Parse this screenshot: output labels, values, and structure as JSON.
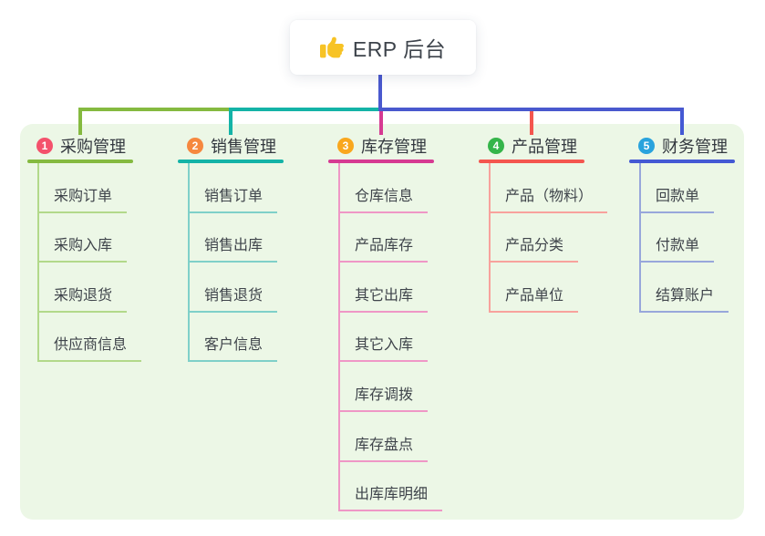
{
  "root": {
    "title": "ERP 后台",
    "icon": "thumbs-up-icon"
  },
  "colors": {
    "canvas_bg": "#ffffff",
    "panel_bg": "#ecf7e6",
    "trunk": "#4a59ce",
    "root_text": "#3d434b",
    "header_text": "#33383f",
    "item_text": "#3f444b",
    "thumb_yellow": "#f7c325"
  },
  "columns": [
    {
      "num": "1",
      "label": "采购管理",
      "badge_color": "#f4516c",
      "line_color": "#85ba40",
      "light_color": "#b2d98a",
      "items": [
        "采购订单",
        "采购入库",
        "采购退货",
        "供应商信息"
      ]
    },
    {
      "num": "2",
      "label": "销售管理",
      "badge_color": "#f6883f",
      "line_color": "#14b3a7",
      "light_color": "#7fd0c9",
      "items": [
        "销售订单",
        "销售出库",
        "销售退货",
        "客户信息"
      ]
    },
    {
      "num": "3",
      "label": "库存管理",
      "badge_color": "#f9a71d",
      "line_color": "#d63a92",
      "light_color": "#ef97c6",
      "items": [
        "仓库信息",
        "产品库存",
        "其它出库",
        "其它入库",
        "库存调拨",
        "库存盘点",
        "出库库明细"
      ]
    },
    {
      "num": "4",
      "label": "产品管理",
      "badge_color": "#35b54a",
      "line_color": "#f4564f",
      "light_color": "#f8a29d",
      "items": [
        "产品（物料）",
        "产品分类",
        "产品单位"
      ]
    },
    {
      "num": "5",
      "label": "财务管理",
      "badge_color": "#29a3dd",
      "line_color": "#4459d4",
      "light_color": "#98a7db",
      "items": [
        "回款单",
        "付款单",
        "结算账户"
      ]
    }
  ]
}
